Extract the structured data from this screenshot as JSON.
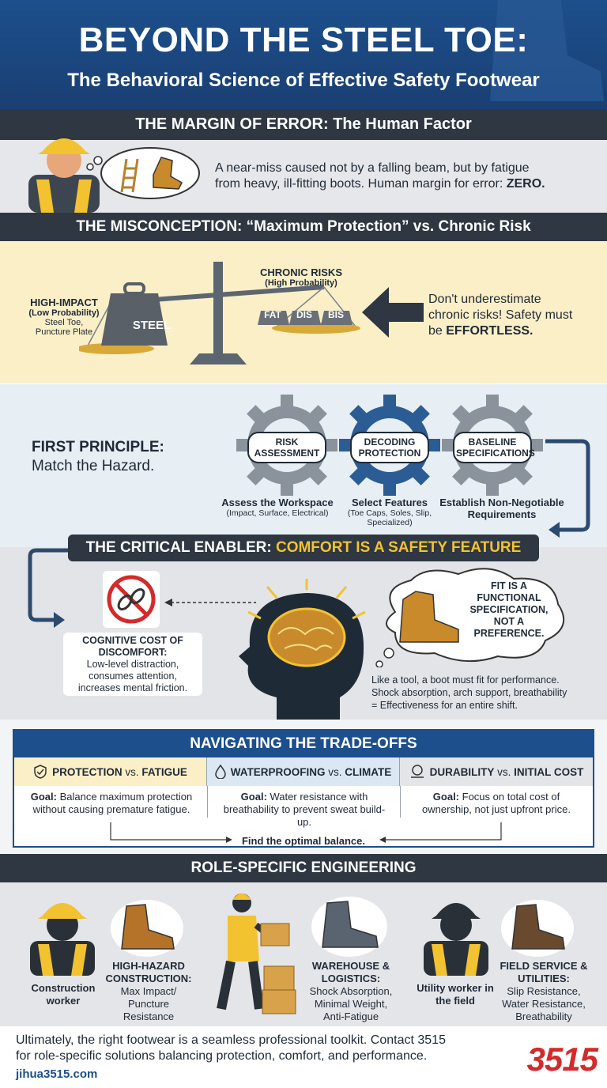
{
  "header": {
    "title": "BEYOND THE STEEL TOE:",
    "subtitle": "The Behavioral Science of Effective Safety Footwear"
  },
  "margin_of_error": {
    "heading": "THE MARGIN OF ERROR: The Human Factor",
    "text_line1": "A near-miss caused not by a falling beam, but by fatigue",
    "text_line2": "from heavy, ill-fitting boots. Human margin for error: ",
    "text_emph": "ZERO."
  },
  "misconception": {
    "heading": "THE MISCONCEPTION: “Maximum Protection” vs. Chronic Risk",
    "high_impact_title": "HIGH-IMPACT",
    "high_impact_sub": "(Low Probability)",
    "high_impact_items_1": "Steel Toe,",
    "high_impact_items_2": "Puncture Plate",
    "steel_label": "STEEL",
    "chronic_title": "CHRONIC RISKS",
    "chronic_sub": "(High Probability)",
    "weights": [
      "FAT",
      "DIS",
      "BIS"
    ],
    "callout_line1": "Don't underestimate",
    "callout_line2": "chronic risks! Safety must",
    "callout_line3": "be ",
    "callout_emph": "EFFORTLESS."
  },
  "first_principle": {
    "title_line1": "FIRST PRINCIPLE:",
    "title_line2": "Match the Hazard.",
    "gears": [
      {
        "label": "RISK ASSESSMENT",
        "caption": "Assess the Workspace",
        "detail": "(Impact, Surface, Electrical)"
      },
      {
        "label": "DECODING PROTECTION",
        "caption": "Select Features",
        "detail": "(Toe Caps, Soles, Slip, Specialized)"
      },
      {
        "label": "BASELINE SPECIFICATIONS",
        "caption": "Establish Non-Negotiable Requirements",
        "detail": ""
      }
    ]
  },
  "enabler": {
    "heading_prefix": "THE CRITICAL ENABLER: ",
    "heading_emph": "COMFORT IS A SAFETY FEATURE",
    "cog_title": "COGNITIVE COST OF DISCOMFORT:",
    "cog_text_1": "Low-level distraction,",
    "cog_text_2": "consumes attention,",
    "cog_text_3": "increases mental friction.",
    "fit_1": "FIT IS A",
    "fit_2": "FUNCTIONAL",
    "fit_3": "SPECIFICATION,",
    "fit_4": "NOT A",
    "fit_5": "PREFERENCE.",
    "tool_1": "Like a tool, a boot must fit for performance.",
    "tool_2": "Shock absorption, arch support, breathability",
    "tool_3": "= Effectiveness for an entire shift."
  },
  "tradeoffs": {
    "heading": "NAVIGATING THE TRADE-OFFS",
    "columns": [
      {
        "head_a": "PROTECTION",
        "vs": " vs. ",
        "head_b": "FATIGUE",
        "goal_label": "Goal:",
        "goal": " Balance maximum protection without causing premature fatigue."
      },
      {
        "head_a": "WATERPROOFING",
        "vs": " vs. ",
        "head_b": "CLIMATE",
        "goal_label": "Goal:",
        "goal": " Water resistance with breathability to prevent sweat build-up."
      },
      {
        "head_a": "DURABILITY",
        "vs": " vs. ",
        "head_b": "INITIAL COST",
        "goal_label": "Goal:",
        "goal": " Focus on total cost of ownership, not just upfront price."
      }
    ],
    "balance": "Find the optimal balance."
  },
  "roles": {
    "heading": "ROLE-SPECIFIC ENGINEERING",
    "items": [
      {
        "worker": "Construction worker",
        "title": "HIGH-HAZARD CONSTRUCTION:",
        "desc_1": "Max Impact/",
        "desc_2": "Puncture",
        "desc_3": "Resistance"
      },
      {
        "worker": "",
        "title": "WAREHOUSE & LOGISTICS:",
        "desc_1": "Shock Absorption,",
        "desc_2": "Minimal Weight,",
        "desc_3": "Anti-Fatigue"
      },
      {
        "worker": "Utility worker in the field",
        "title": "FIELD SERVICE & UTILITIES:",
        "desc_1": "Slip Resistance,",
        "desc_2": "Water Resistance,",
        "desc_3": "Breathability"
      }
    ]
  },
  "footer": {
    "line1": "Ultimately, the right footwear is a seamless professional toolkit. Contact 3515",
    "line2": "for role-specific solutions balancing protection, comfort, and performance.",
    "url": "jihua3515.com",
    "brand": "3515"
  },
  "colors": {
    "navy": "#1c4f8c",
    "dark_bar": "#2e3742",
    "gold": "#f2c230",
    "brand_red": "#d42a2a"
  }
}
